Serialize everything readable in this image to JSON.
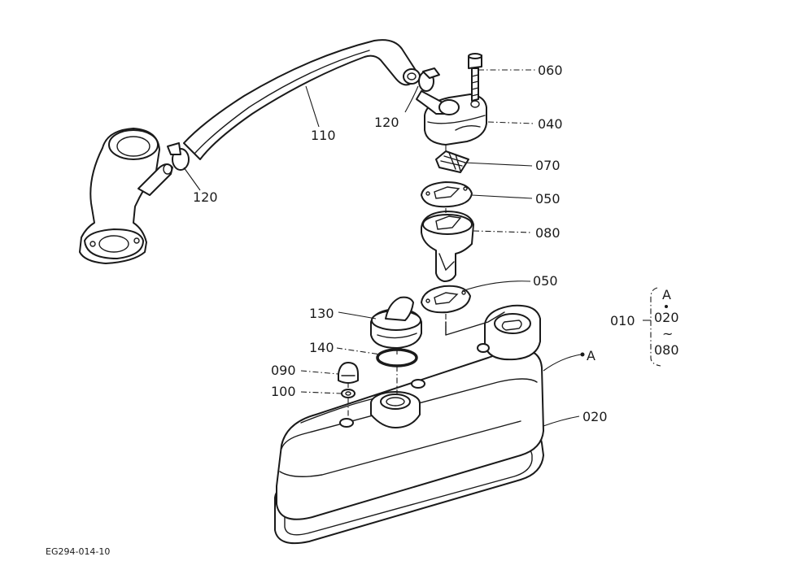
{
  "callouts": {
    "p060": "060",
    "p040": "040",
    "p070": "070",
    "p050a": "050",
    "p080": "080",
    "p050b": "050",
    "p010": "010",
    "p020": "020",
    "p110": "110",
    "p120a": "120",
    "p120b": "120",
    "p130": "130",
    "p140": "140",
    "p090": "090",
    "p100": "100",
    "pA": "A"
  },
  "assembly_note": {
    "top": "A",
    "mid": "020",
    "tilde": "~",
    "bottom": "080"
  },
  "drawing_code": "EG294-014-10"
}
